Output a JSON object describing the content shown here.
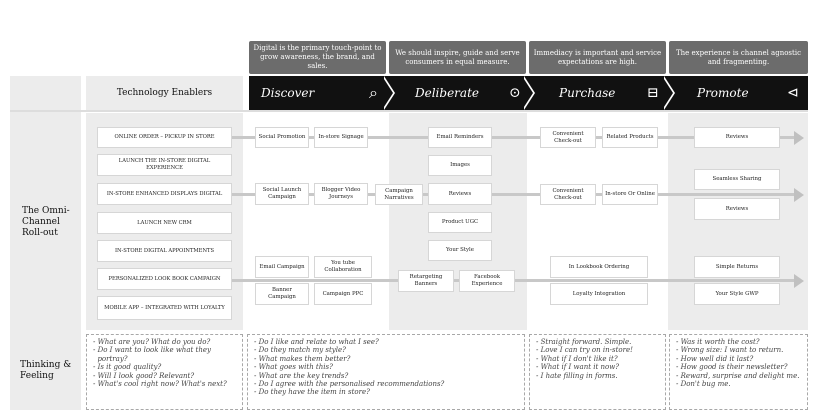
{
  "quotes": [
    "Digital is the primary touch-point to grow awareness, the brand, and sales.",
    "We should inspire, guide and serve consumers in equal measure.",
    "Immediacy is important and service expectations are high.",
    "The experience is channel agnostic and fragmenting."
  ],
  "header": {
    "technology_enablers": "Technology Enablers"
  },
  "stages": [
    {
      "label": "Discover",
      "icon": "search-icon",
      "glyph": "⌕"
    },
    {
      "label": "Deliberate",
      "icon": "chat-bubble-icon",
      "glyph": "⊙"
    },
    {
      "label": "Purchase",
      "icon": "basket-icon",
      "glyph": "⊟"
    },
    {
      "label": "Promote",
      "icon": "megaphone-icon",
      "glyph": "⊲"
    }
  ],
  "side_labels": {
    "rollout": "The Omni-Channel Roll-out",
    "thinking": "Thinking & Feeling"
  },
  "enablers": [
    "ONLINE ORDER – PICKUP IN STORE",
    "LAUNCH THE IN-STORE DIGITAL EXPERIENCE",
    "IN-STORE ENHANCED DISPLAYS DIGITAL",
    "LAUNCH NEW CRM",
    "IN-STORE DIGITAL APPOINTMENTS",
    "PERSONALIZED LOOK BOOK CAMPAIGN",
    "MOBILE APP – INTEGRATED WITH LOYALTY"
  ],
  "discover_boxes": [
    "Social Promotion",
    "In-store Signage",
    "Social Launch Campaign",
    "Blogger Video Journeys",
    "Email Campaign",
    "You tube Collaboration",
    "Banner Campaign",
    "Campaign PPC"
  ],
  "deliberate_boxes": [
    "Email Reminders",
    "Images",
    "Campaign Narratives",
    "Reviews",
    "Product UGC",
    "Your Style",
    "Retargeting Banners",
    "Facebook Experience"
  ],
  "purchase_boxes": [
    "Convenient Check-out",
    "Related Products",
    "Convenient Check-out",
    "In-store Or Online",
    "In Lookbook Ordering",
    "Loyalty Integration"
  ],
  "promote_boxes": [
    "Reviews",
    "Seamless  Sharing",
    "Reviews",
    "Simple Returns",
    "Your Style GWP"
  ],
  "thinking": {
    "discover": [
      "- What are you? What do you do?",
      "- Do I want to look like what they",
      "  portray?",
      "- Is it good quality?",
      "- Will I look good? Relevant?",
      "- What's cool right now? What's next?"
    ],
    "deliberate": [
      "- Do I like and relate to what I see?",
      "- Do they match my style?",
      "- What makes them better?",
      "- What goes with this?",
      "- What are the key trends?",
      "- Do I agree with the personalised recommendations?",
      "- Do they have the item in store?"
    ],
    "purchase": [
      "- Straight forward. Simple.",
      "- Love I can try on in-store!",
      "- What if I don't like it?",
      "- What if I want it now?",
      "- I hate filling in forms."
    ],
    "promote": [
      "- Was it worth the cost?",
      "- Wrong size: I want to return.",
      "- How well did it last?",
      "- How good is their newsletter?",
      "- Reward, surprise and delight me.",
      "- Don't bug me."
    ]
  }
}
